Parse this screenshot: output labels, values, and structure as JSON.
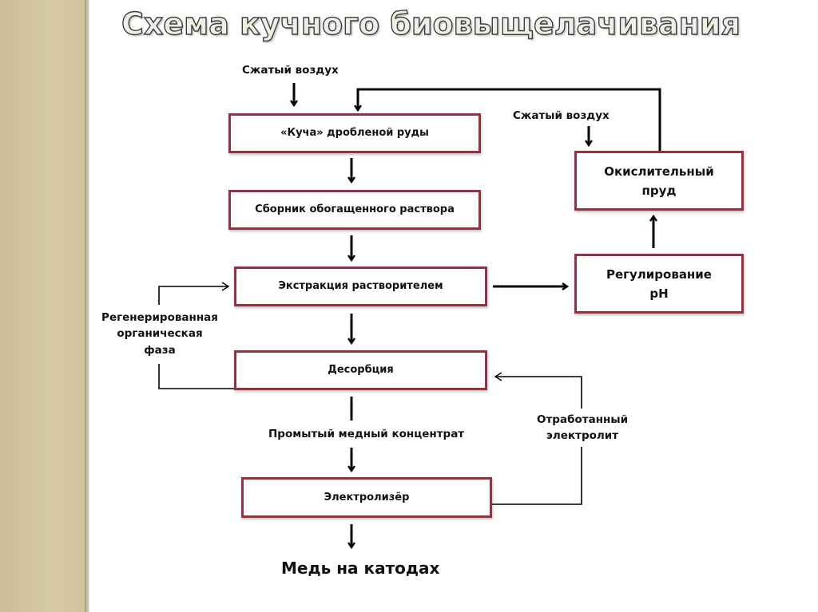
{
  "slide": {
    "title": "Схема кучного биовыщелачивания"
  },
  "colors": {
    "box_border": "#953142",
    "arrow": "#000000",
    "side_panel": "#d2c4a0"
  },
  "nodes": {
    "heap": "«Куча» дробленой руды",
    "collector": "Сборник обогащенного раствора",
    "extraction": "Экстракция растворителем",
    "desorption": "Десорбция",
    "electrolyzer": "Электролизёр",
    "oxidation_pond_line1": "Окислительный",
    "oxidation_pond_line2": "пруд",
    "ph_control_line1": "Регулирование",
    "ph_control_line2": "pH"
  },
  "labels": {
    "compressed_air_left": "Сжатый воздух",
    "compressed_air_right": "Сжатый воздух",
    "regenerated_line1": "Регенерированная",
    "regenerated_line2": "органическая",
    "regenerated_line3": "фаза",
    "washed_concentrate": "Промытый медный концентрат",
    "spent_electrolyte_line1": "Отработанный",
    "spent_electrolyte_line2": "электролит",
    "result": "Медь на катодах"
  }
}
